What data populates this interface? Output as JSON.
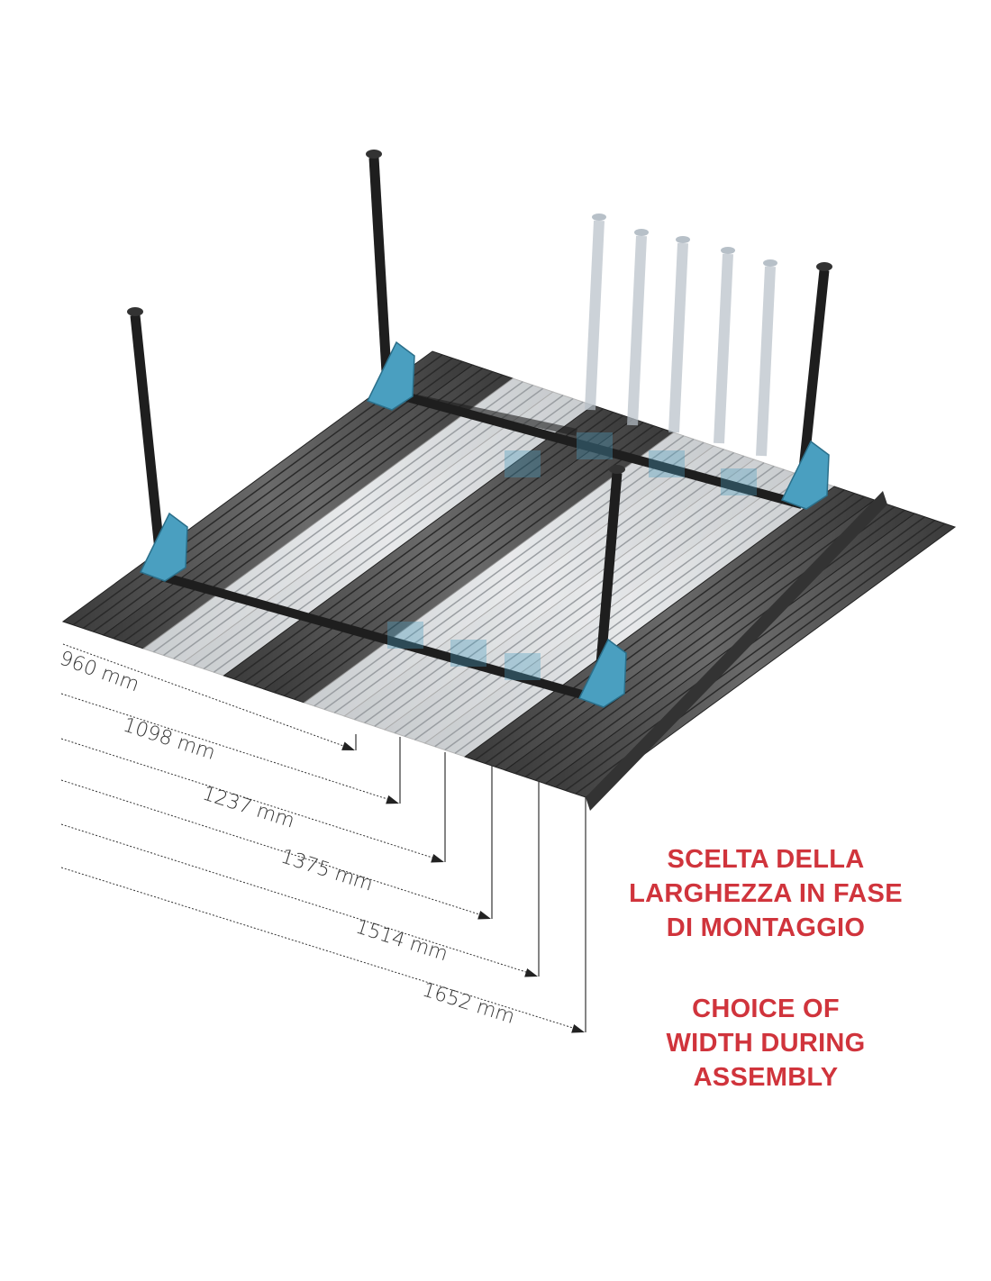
{
  "dimensions": [
    {
      "label": "960 mm",
      "value_mm": 960
    },
    {
      "label": "1098 mm",
      "value_mm": 1098
    },
    {
      "label": "1237 mm",
      "value_mm": 1237
    },
    {
      "label": "1375 mm",
      "value_mm": 1375
    },
    {
      "label": "1514 mm",
      "value_mm": 1514
    },
    {
      "label": "1652 mm",
      "value_mm": 1652
    }
  ],
  "caption_it": [
    "SCELTA DELLA",
    "LARGHEZZA IN FASE",
    "DI MONTAGGIO"
  ],
  "caption_en": [
    "CHOICE OF",
    "WIDTH DURING",
    "ASSEMBLY"
  ],
  "colors": {
    "caption": "#d0343c",
    "bracket": "#4a9fc0",
    "frame": "#1e1e1e",
    "sheet_dark": "#4a4a4a",
    "sheet_light": "#c8c8c8"
  }
}
